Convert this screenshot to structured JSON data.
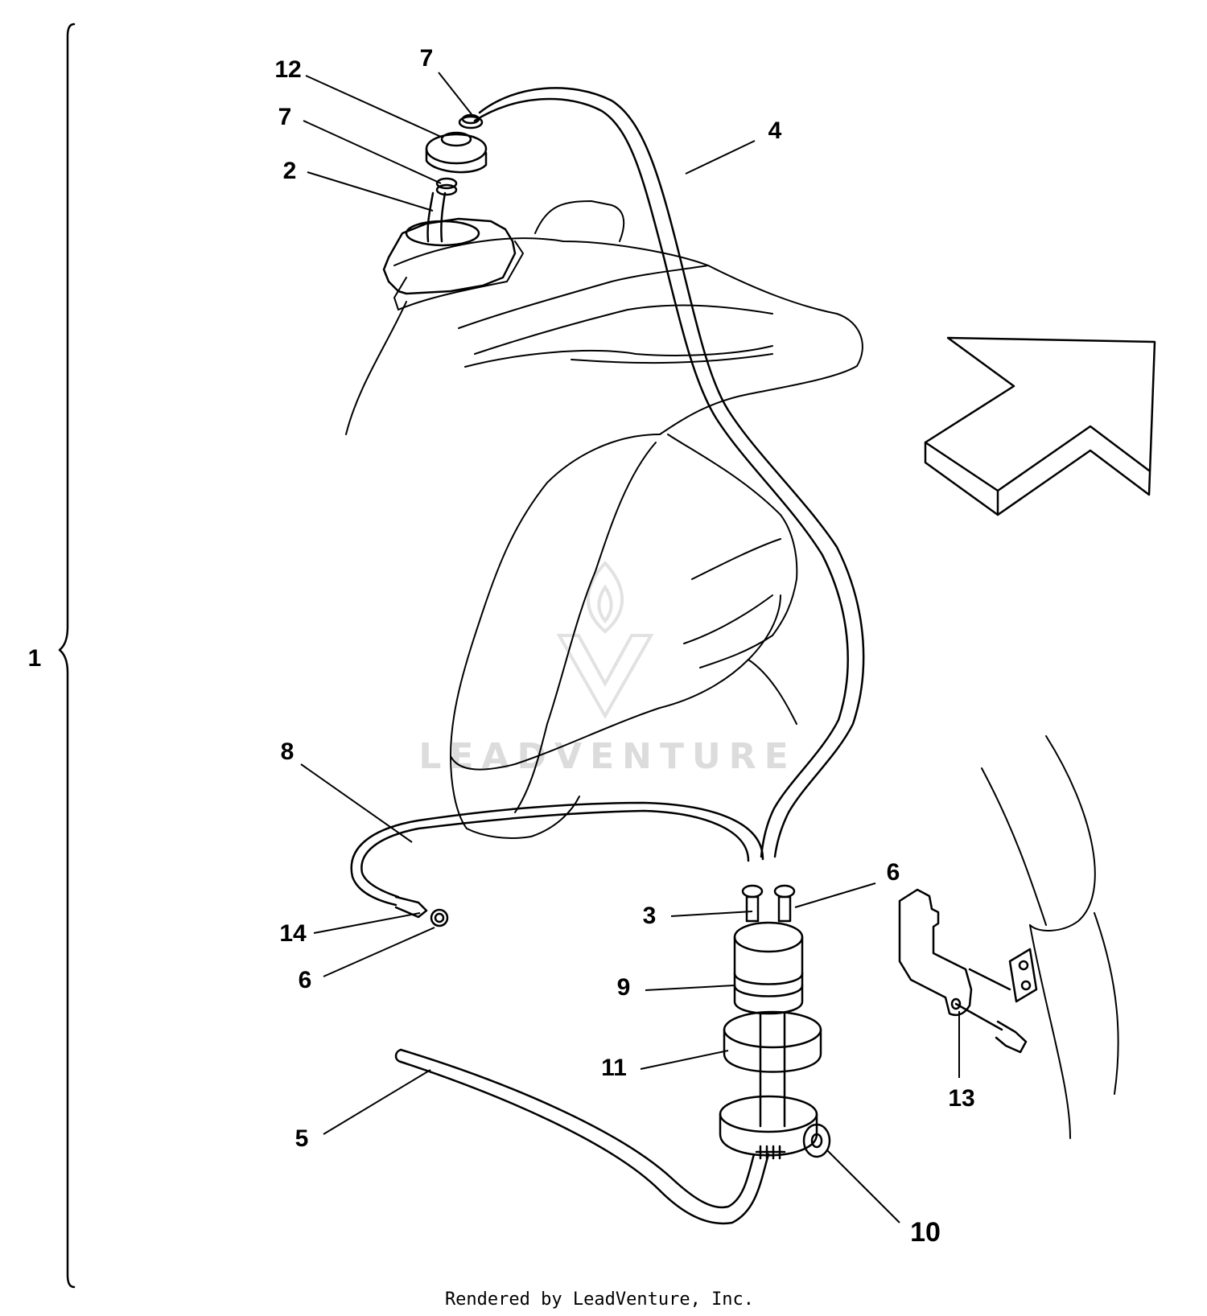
{
  "diagram": {
    "callouts": {
      "c1": "1",
      "c2": "2",
      "c3": "3",
      "c4": "4",
      "c5": "5",
      "c6a": "6",
      "c6b": "6",
      "c7a": "7",
      "c7b": "7",
      "c8": "8",
      "c9": "9",
      "c10": "10",
      "c11": "11",
      "c12": "12",
      "c13": "13",
      "c14": "14"
    },
    "watermark": "LEADVENTURE",
    "footer": "Rendered by LeadVenture, Inc.",
    "icons": {
      "direction": "direction-arrow-icon",
      "watermark_logo": "leadventure-logo-icon"
    }
  }
}
